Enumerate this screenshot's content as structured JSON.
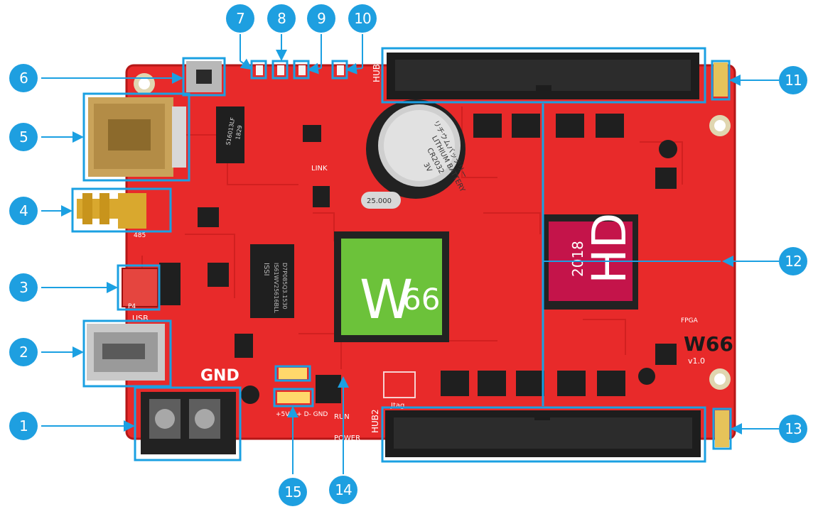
{
  "board": {
    "main_chip": "W",
    "main_chip_num": "66",
    "hd_chip_year": "2018",
    "hd_chip_label": "HD",
    "model_label": "W66",
    "version": "v1.0",
    "gnd_label": "GND",
    "usb_label": "USB",
    "hub1_label": "HUB1",
    "hub2_label": "HUB2",
    "battery_line1": "リチウムバッテリー",
    "battery_line2": "LITHIUM BATTERY",
    "battery_line3": "CR2032",
    "battery_line4": "3V",
    "crystal_label": "25.000",
    "ic_isi_1": "ISSI",
    "ic_isi_2": "IS61WV25616BLL",
    "ic_isi_3": "D7P085Q3.1530",
    "transformer_1": "S16013LF",
    "transformer_2": "1829",
    "header_labels": "+5V D+ D- GND",
    "power_label": "POWER",
    "run_label": "RUN",
    "jtag_label": "Jtag",
    "link_label": "LINK",
    "fpga_label": "FPGA",
    "label_485": "485",
    "label_p4": "P4"
  },
  "callouts": [
    "1",
    "2",
    "3",
    "4",
    "5",
    "6",
    "7",
    "8",
    "9",
    "10",
    "11",
    "12",
    "13",
    "14",
    "15"
  ],
  "colors": {
    "badge": "#1e9fe0",
    "outline": "#1ba0e2",
    "pcb": "#e82a2a",
    "pcb_dark": "#c81d1d",
    "chip_green": "#6cc23a",
    "chip_hd": "#c4144a"
  }
}
